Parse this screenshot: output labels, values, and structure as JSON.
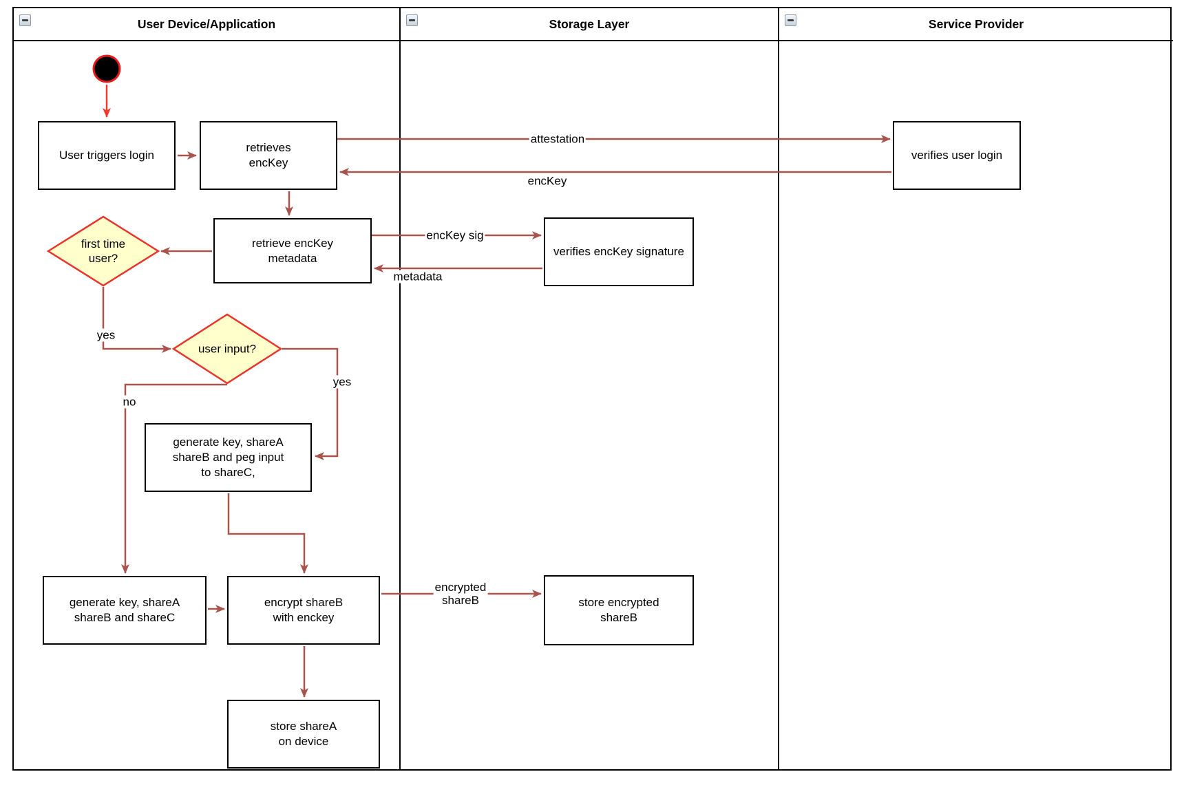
{
  "lanes": [
    {
      "title": "User Device/Application"
    },
    {
      "title": "Storage Layer"
    },
    {
      "title": "Service Provider"
    }
  ],
  "nodes": {
    "user_triggers_login": {
      "label": "User triggers login"
    },
    "retrieves_enckey": {
      "label": "retrieves\nencKey"
    },
    "verifies_user_login": {
      "label": "verifies user login"
    },
    "retrieve_enckey_metadata": {
      "label": "retrieve encKey\nmetadata"
    },
    "verifies_enckey_signature": {
      "label": "verifies encKey signature"
    },
    "first_time_user": {
      "label": "first time\nuser?"
    },
    "user_input": {
      "label": "user input?"
    },
    "generate_key_peg": {
      "label": "generate key, shareA\nshareB and peg input\nto shareC,"
    },
    "generate_key_shares": {
      "label": "generate key, shareA\nshareB and shareC"
    },
    "encrypt_shareb": {
      "label": "encrypt shareB\nwith enckey"
    },
    "store_encrypted_shareb": {
      "label": "store encrypted\nshareB"
    },
    "store_sharea": {
      "label": "store shareA\non device"
    }
  },
  "edge_labels": {
    "attestation": "attestation",
    "enckey": "encKey",
    "enckey_sig": "encKey sig",
    "metadata": "metadata",
    "encrypted_shareb": "encrypted\nshareB",
    "yes_first_time": "yes",
    "yes_user_input": "yes",
    "no_user_input": "no"
  },
  "colors": {
    "edge_stroke": "#a9534d",
    "start_edge_stroke": "#ef3b2d",
    "start_node_fill": "#000000",
    "start_node_stroke": "#e81c1c",
    "decision_fill": "#ffffcc",
    "decision_stroke": "#e8342a",
    "node_border": "#000000",
    "lane_border": "#000000"
  }
}
